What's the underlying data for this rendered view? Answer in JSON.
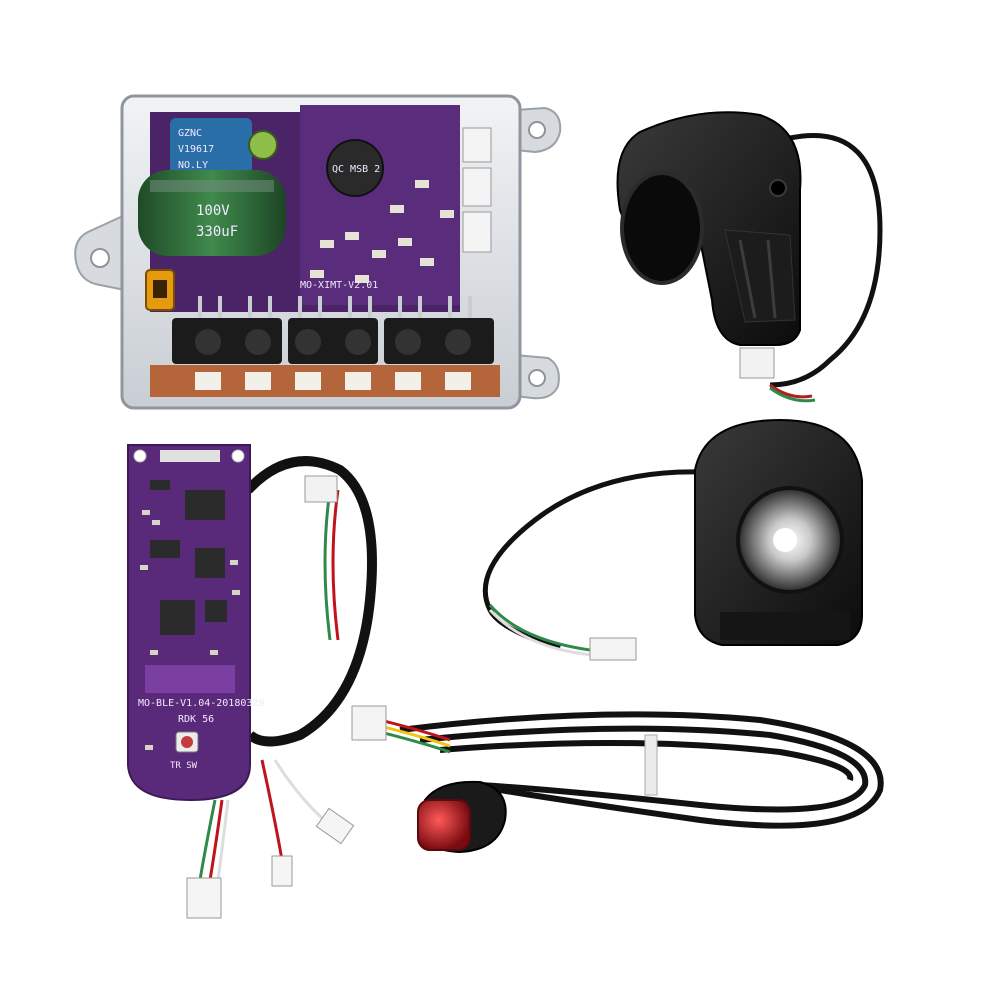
{
  "scene": {
    "background": "#ffffff",
    "colors": {
      "pcb_purple": "#5a2a7a",
      "pcb_purple_light": "#7a3fa0",
      "cable_black": "#111111",
      "housing_clear": "#d9dde2",
      "copper": "#b5653a",
      "capacitor_green": "#2f6b3a",
      "tail_red": "#c0141b"
    }
  },
  "controller": {
    "capacitor_top": "V19617",
    "capacitor_top_2": "NO.LY",
    "capacitor_top_3": "GZNC",
    "capacitor_main": "100V",
    "capacitor_main_2": "330uF",
    "buzzer_label": "QC MSB 2",
    "board_label": "MO-XIMT-V2.01"
  },
  "dashboard": {
    "board_label": "MO-BLE-V1.04-20180329",
    "chip_label": "RDK 56",
    "button_label": "TR SW"
  },
  "icons": [
    "controller-board",
    "throttle-grip",
    "dashboard-board",
    "headlight",
    "tail-light-cable"
  ]
}
